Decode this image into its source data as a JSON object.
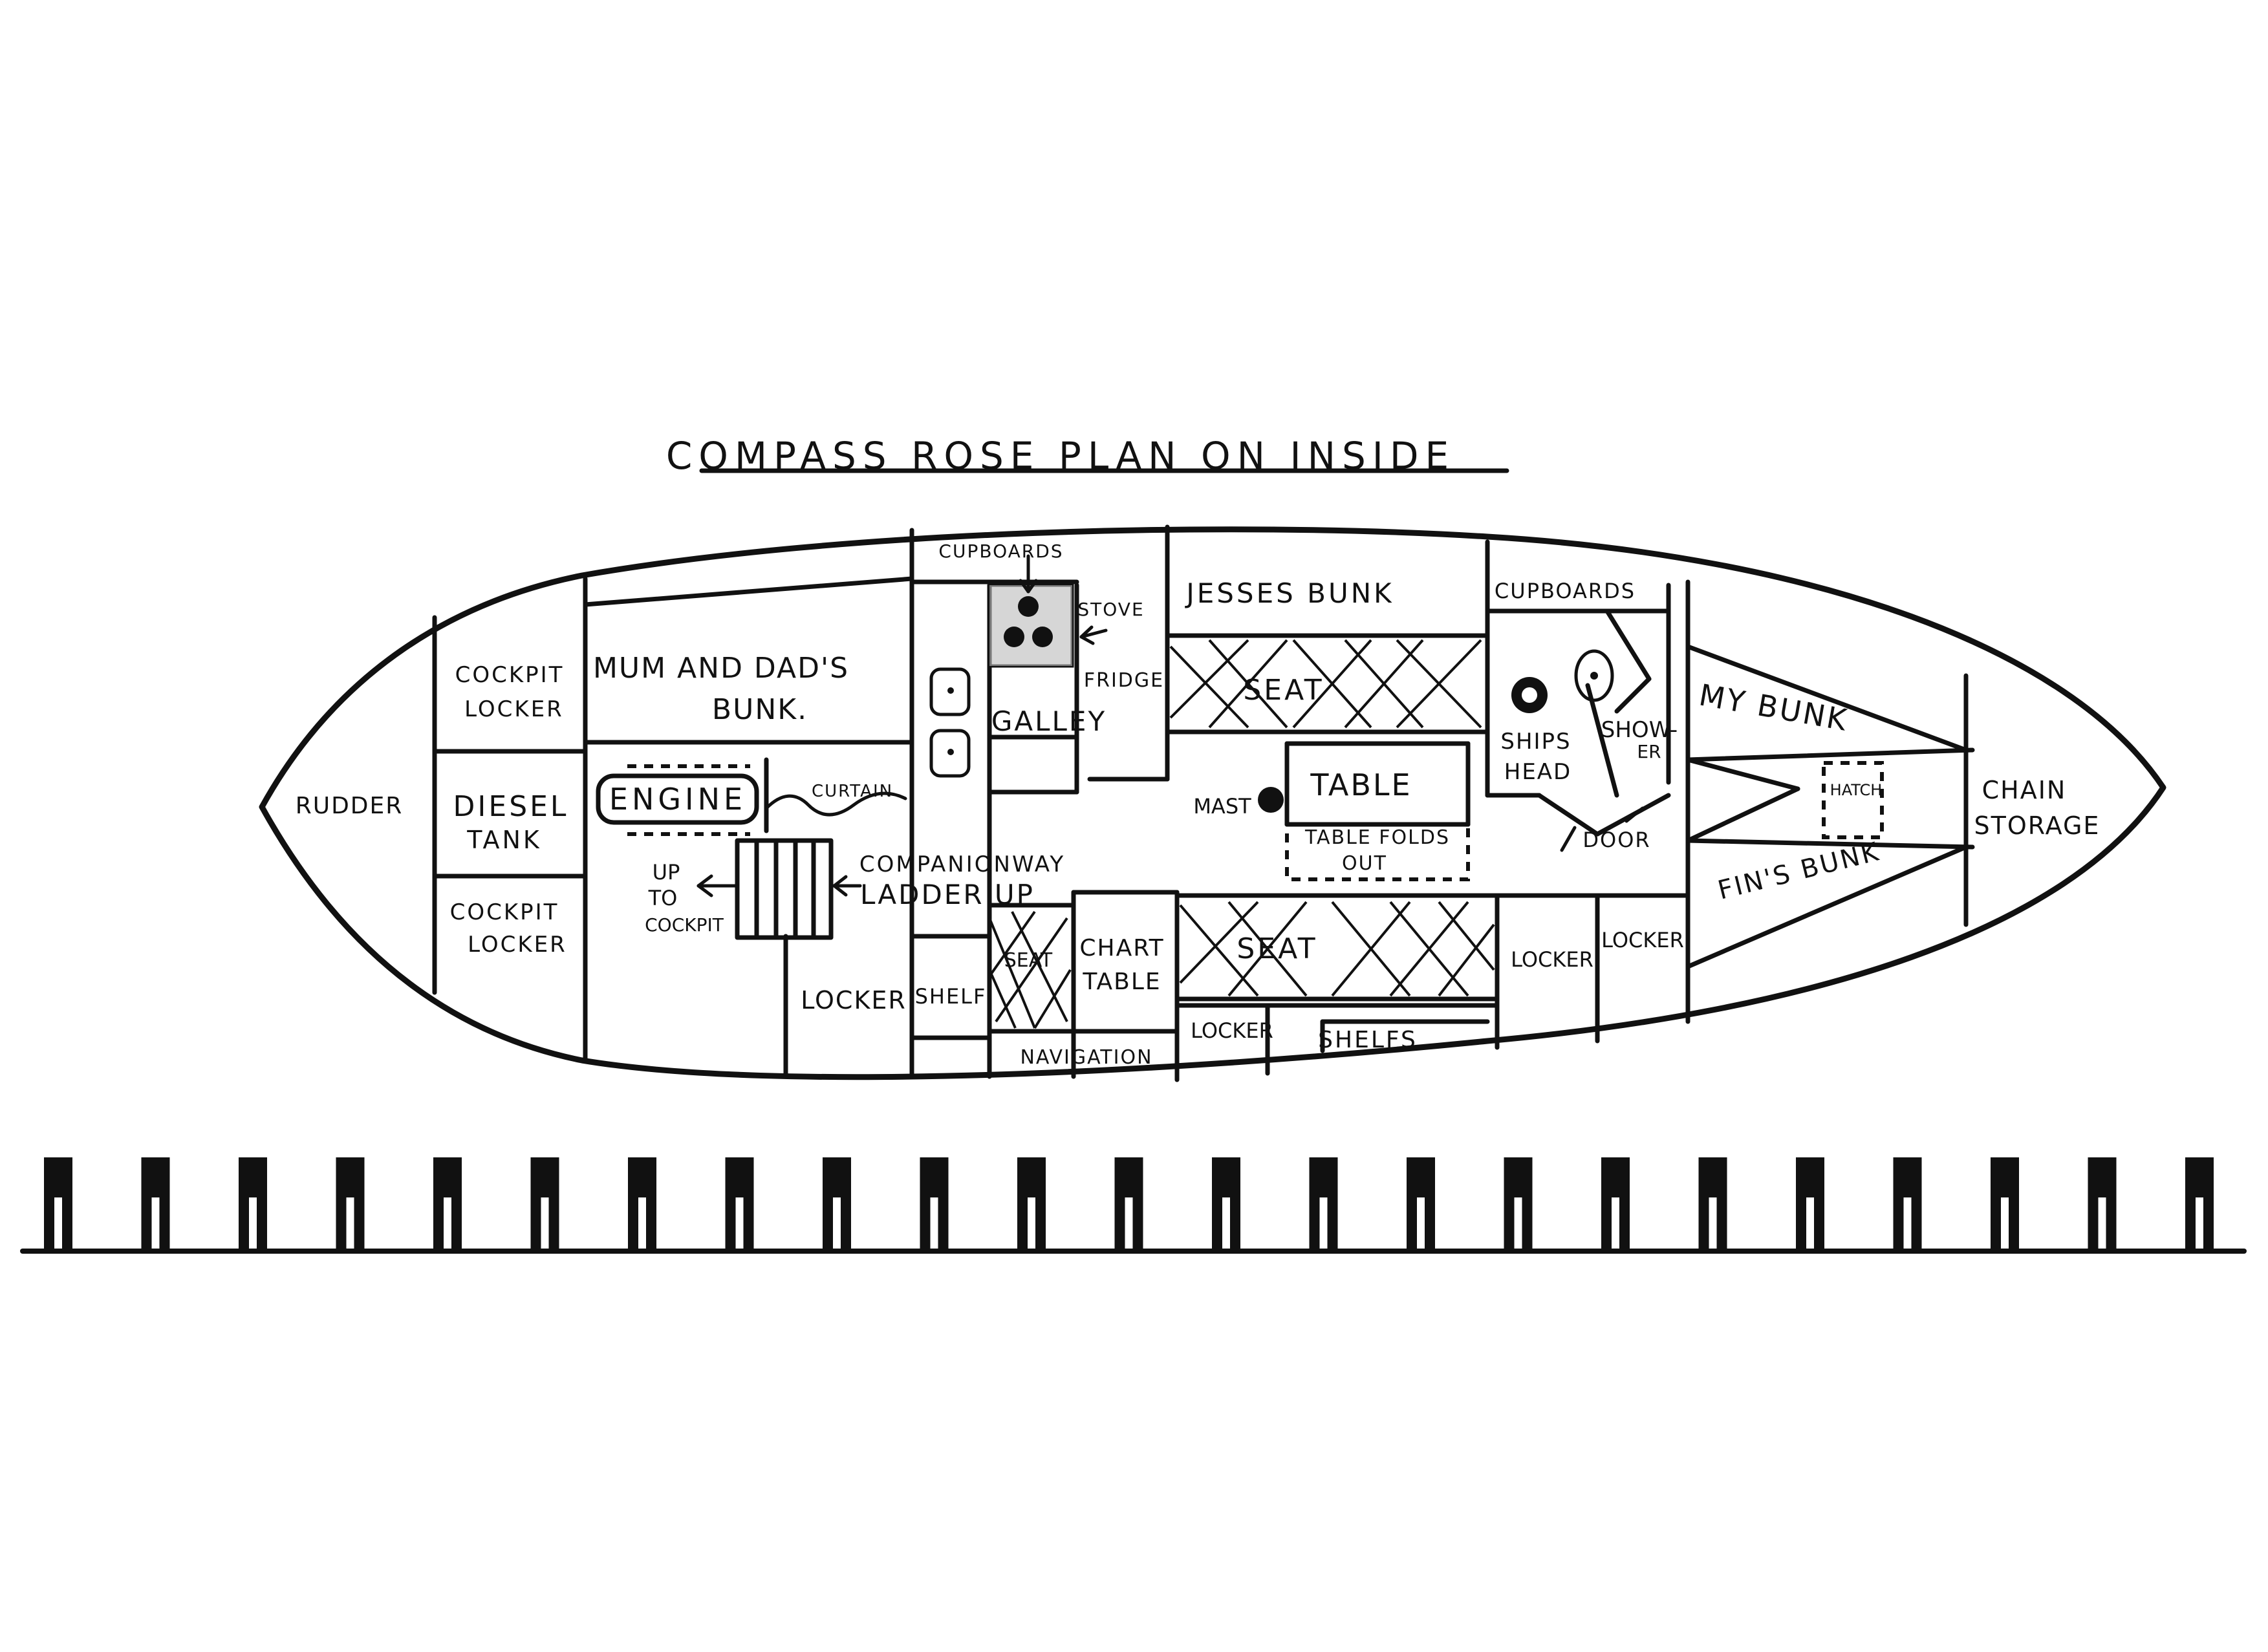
{
  "title": "COMPASS ROSE PLAN ON INSIDE",
  "labels": {
    "rudder": "RUDDER",
    "cockpit_locker_top_1": "COCKPIT",
    "cockpit_locker_top_2": "LOCKER",
    "diesel_tank_1": "DIESEL",
    "diesel_tank_2": "TANK",
    "cockpit_locker_bottom_1": "COCKPIT",
    "cockpit_locker_bottom_2": "LOCKER",
    "mum_dad_bunk_1": "MUM AND DAD'S",
    "mum_dad_bunk_2": "BUNK.",
    "engine": "ENGINE",
    "curtain": "CURTAIN",
    "up_to_cockpit_1": "UP",
    "up_to_cockpit_2": "TO",
    "up_to_cockpit_3": "COCKPIT",
    "companionway_1": "COMPANIONWAY",
    "companionway_2": "LADDER UP",
    "cupboards_galley": "CUPBOARDS",
    "stove": "STOVE",
    "fridge": "FRIDGE",
    "galley": "GALLEY",
    "locker_port": "LOCKER",
    "shelf": "SHELF",
    "seat_small": "SEAT",
    "chart_table_1": "CHART",
    "chart_table_2": "TABLE",
    "navigation": "NAVIGATION",
    "jesses_bunk": "JESSES BUNK",
    "seat_top": "SEAT",
    "mast": "MAST",
    "table": "TABLE",
    "table_folds_1": "TABLE FOLDS",
    "table_folds_2": "OUT",
    "seat_bottom": "SEAT",
    "locker_lower": "LOCKER",
    "shelfs": "SHELFS",
    "cupboards_head": "CUPBOARDS",
    "ships_head_1": "SHIPS",
    "ships_head_2": "HEAD",
    "shower_1": "SHOW-",
    "shower_2": "ER",
    "door": "DOOR",
    "locker_mid": "LOCKER",
    "locker_right": "LOCKER",
    "my_bunk": "MY BUNK",
    "fins_bunk": "FIN'S BUNK",
    "hatch": "HATCH",
    "chain_storage_1": "CHAIN",
    "chain_storage_2": "STORAGE"
  }
}
